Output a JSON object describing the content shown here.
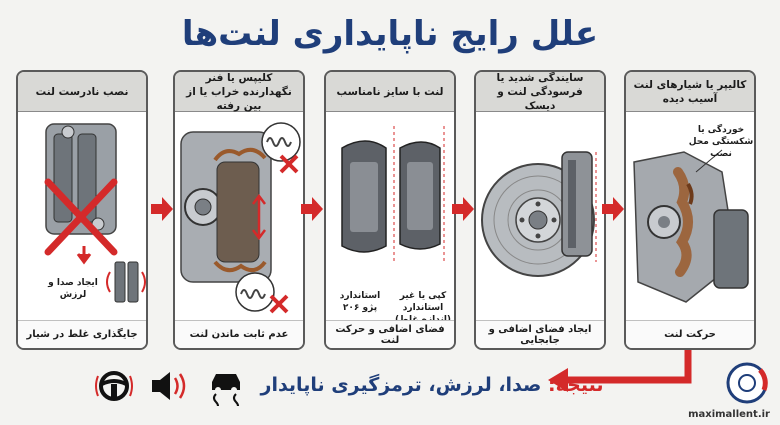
{
  "title": "علل رایج ناپایداری لنت‌ها",
  "panels": [
    {
      "header": "کالیپر یا شیارهای لنت آسیب دیده",
      "footer": "حرکت لنت",
      "labels": [
        "خوردگی یا شکستگی محل نصب"
      ]
    },
    {
      "header": "سایندگی شدید یا فرسودگی لنت و دیسک",
      "footer": "ایجاد فضای اضافی و جابجایی",
      "labels": []
    },
    {
      "header": "لنت با سایز نامناسب",
      "footer": "فضای اضافی و حرکت لنت",
      "labels": [
        "استاندارد پژو ۲۰۶",
        "کپی یا غیر استاندارد (اندازه غلط)"
      ]
    },
    {
      "header": "کلیپس یا فنر نگهدارنده خراب یا از بین رفته",
      "footer": "عدم ثابت ماندن لنت",
      "labels": []
    },
    {
      "header": "نصب نادرست لنت",
      "footer": "جایگذاری غلط در شیار",
      "labels": [
        "ایجاد صدا و لرزش"
      ]
    }
  ],
  "result": {
    "prefix": "نتیجه:",
    "text": " صدا، لرزش، ترمزگیری ناپایدار"
  },
  "website": "maximallent.ir",
  "colors": {
    "title": "#1f3e7a",
    "arrow": "#d42a2a",
    "rust": "#9a5a2c"
  },
  "icons": [
    "steering-wheel-icon",
    "speaker-icon",
    "skidding-car-icon",
    "brake-disc-logo-icon"
  ]
}
